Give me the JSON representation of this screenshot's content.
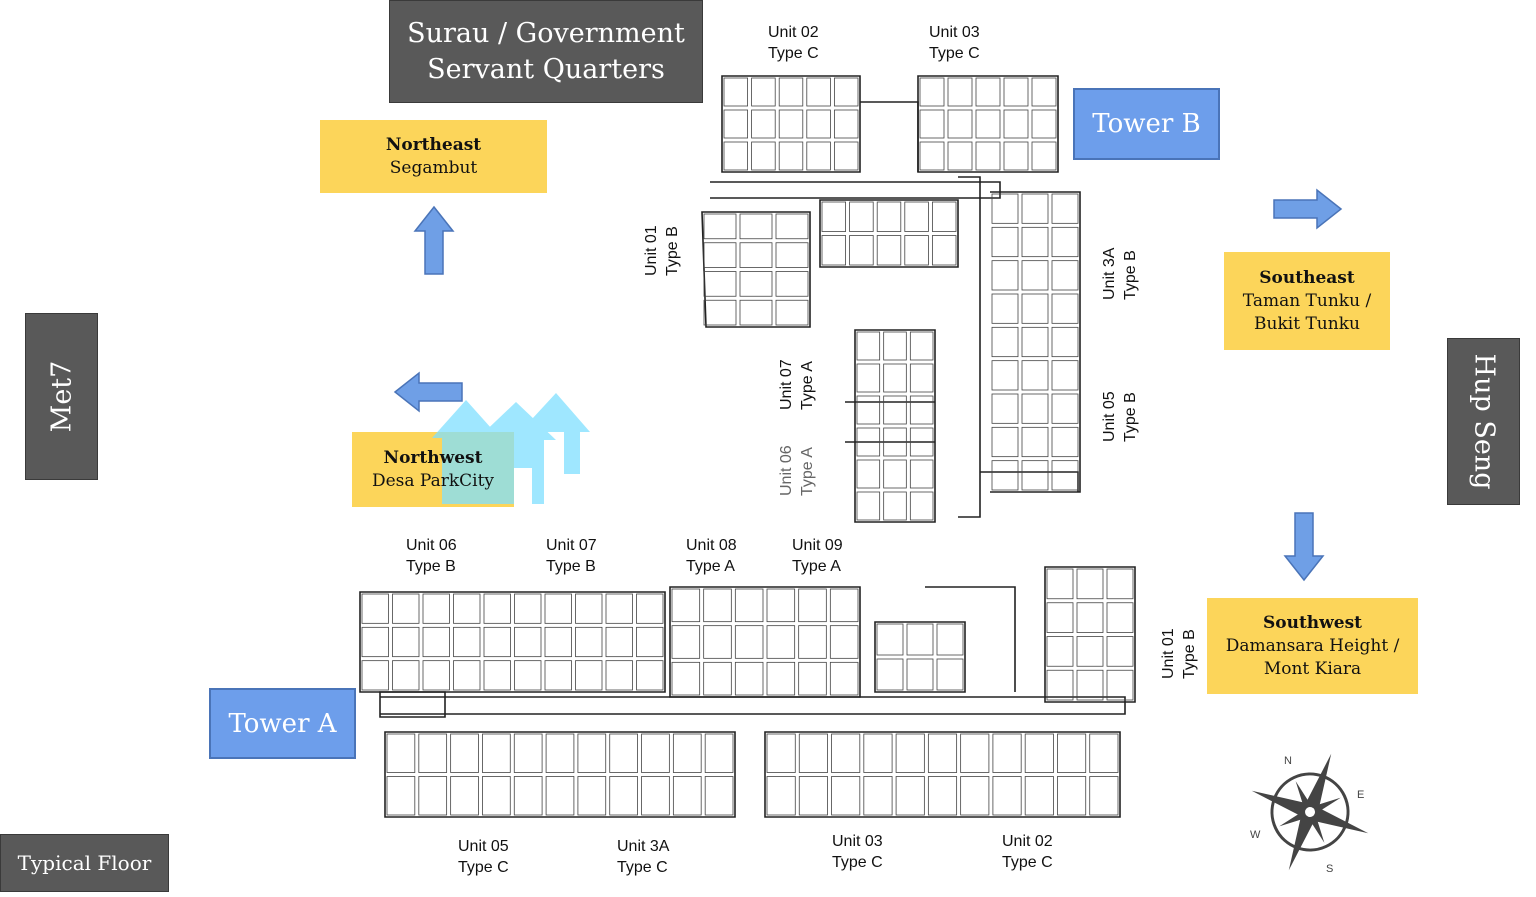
{
  "surau": {
    "line1": "Surau / Government",
    "line2": "Servant Quarters"
  },
  "northeast": {
    "title": "Northeast",
    "sub": "Segambut"
  },
  "northwest": {
    "title": "Northwest",
    "sub": "Desa ParkCity"
  },
  "southeast": {
    "title": "Southeast",
    "sub1": "Taman Tunku /",
    "sub2": "Bukit Tunku"
  },
  "southwest": {
    "title": "Southwest",
    "sub1": "Damansara Height /",
    "sub2": "Mont Kiara"
  },
  "met7": "Met7",
  "hup_seng": "Hup Seng",
  "tower_a": "Tower A",
  "tower_b": "Tower B",
  "typical_floor": "Typical Floor",
  "compass": {
    "n": "N",
    "e": "E",
    "s": "S",
    "w": "W"
  },
  "tower_b_units": [
    {
      "unit": "Unit 02",
      "type": "Type C"
    },
    {
      "unit": "Unit 03",
      "type": "Type C"
    },
    {
      "unit": "Unit 01",
      "type": "Type B"
    },
    {
      "unit": "Unit 3A",
      "type": "Type B"
    },
    {
      "unit": "Unit 07",
      "type": "Type A"
    },
    {
      "unit": "Unit 06",
      "type": "Type A"
    },
    {
      "unit": "Unit 05",
      "type": "Type B"
    }
  ],
  "tower_a_units": [
    {
      "unit": "Unit 06",
      "type": "Type B"
    },
    {
      "unit": "Unit 07",
      "type": "Type B"
    },
    {
      "unit": "Unit 08",
      "type": "Type A"
    },
    {
      "unit": "Unit 09",
      "type": "Type A"
    },
    {
      "unit": "Unit 05",
      "type": "Type C"
    },
    {
      "unit": "Unit 3A",
      "type": "Type C"
    },
    {
      "unit": "Unit 03",
      "type": "Type C"
    },
    {
      "unit": "Unit 02",
      "type": "Type C"
    },
    {
      "unit": "Unit 01",
      "type": "Type B"
    }
  ],
  "colors": {
    "yellow": "#fcd55a",
    "blue": "#6d9eeb",
    "dark": "#595959",
    "arrow": "#6f9fe6"
  }
}
